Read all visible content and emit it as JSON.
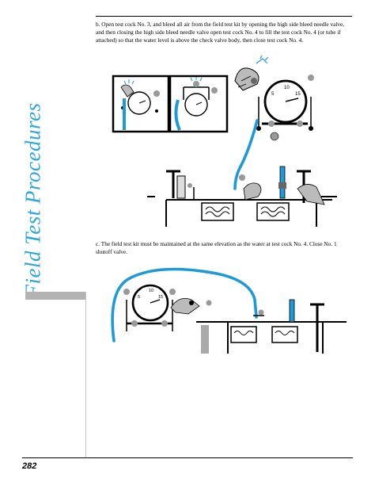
{
  "sidebar": {
    "section_title": "Field Test Procedures"
  },
  "steps": [
    {
      "text": "b. Open test cock No. 3, and bleed all air from the field test kit by opening the high side bleed needle valve, and then closing the high side bleed needle valve open test cock No. 4 to fill the test cock No. 4 (or tube if attached) so that the water level is above the check valve body, then close test cock No. 4."
    },
    {
      "text": "c. The field test kit must be maintained at the same elevation as the water at test cock No. 4. Close No. 1 shutoff valve."
    }
  ],
  "footer": {
    "page_number": "282"
  },
  "colors": {
    "accent": "#2aa7df",
    "hose": "#1e9ad6",
    "sidebar_bar": "#b3b3b3"
  },
  "gauge": {
    "scale_labels": [
      "5",
      "10",
      "15"
    ]
  }
}
